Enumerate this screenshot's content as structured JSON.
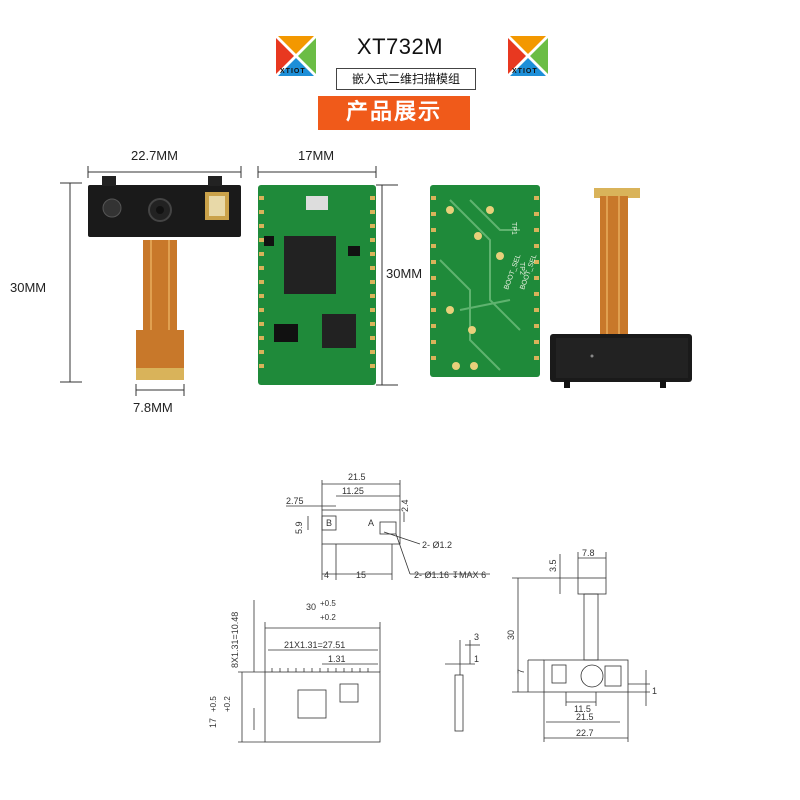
{
  "header": {
    "logo_text": "XTIOT",
    "model": "XT732M",
    "subtitle": "嵌入式二维扫描模组",
    "banner": "产品展示"
  },
  "photo_dims": {
    "width_left": "22.7MM",
    "height_left": "30MM",
    "bottom_left": "7.8MM",
    "width_mid": "17MM",
    "height_mid": "30MM"
  },
  "pcb_back_labels": {
    "tp1": "TP1",
    "tp2": "TP2",
    "boot": "BOOT_SEL",
    "boot2": "BOOT_SEL"
  },
  "drawing": {
    "top_view": {
      "w_21_5": "21.5",
      "w_11_25": "11.25",
      "w_2_75": "2.75",
      "h_2_4": "2.4",
      "h_5_9": "5.9",
      "b_4": "4",
      "b_15": "15",
      "hole1": "2- Ø1.2",
      "hole2": "2- Ø1.16 ↧MAX 6",
      "mark_a": "A",
      "mark_b": "B"
    },
    "board_view": {
      "w_30": "30",
      "tol_w_hi": "+0.5",
      "tol_w_lo": "+0.2",
      "pitch_long": "21X1.31=27.51",
      "pitch": "1.31",
      "side_pitch": "8X1.31=10.48",
      "h_17": "17",
      "tol_h_hi": "+0.5",
      "tol_h_lo": "+0.2"
    },
    "side_view": {
      "h_3": "3",
      "h_1": "1"
    },
    "module_view": {
      "w_7_8": "7.8",
      "h_3_5": "3.5",
      "h_30": "30",
      "h_7": "7",
      "w_11_5": "11.5",
      "w_21_5": "21.5",
      "w_22_7": "22.7",
      "h_1": "1"
    }
  },
  "colors": {
    "banner": "#f05a1a",
    "pcb_green": "#1f8a3a",
    "flex_orange": "#c8782a",
    "gold": "#d9b35a"
  }
}
